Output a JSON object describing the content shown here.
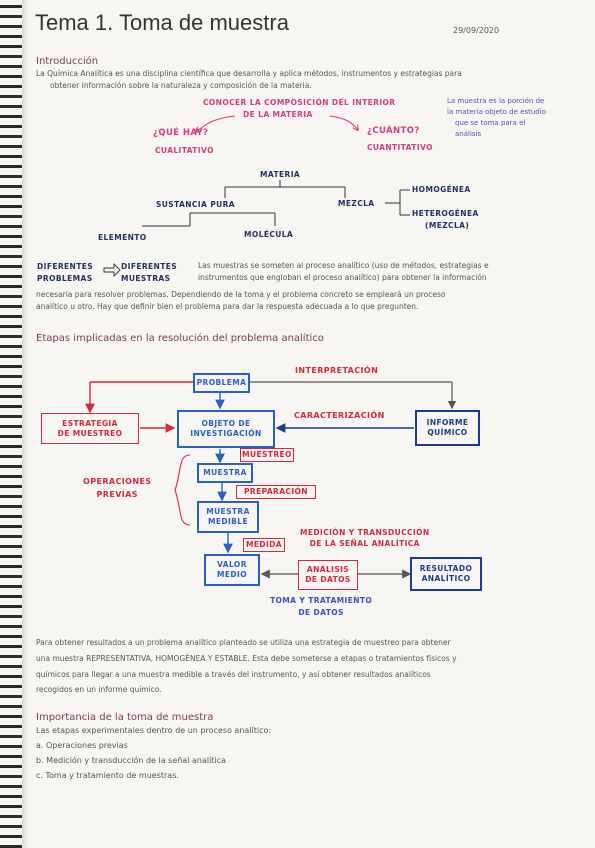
{
  "header": {
    "title": "Tema 1. Toma de muestra",
    "date": "29/09/2020"
  },
  "intro": {
    "heading": "Introducción",
    "line1": "La Química Analítica es una disciplina científica que desarrolla y aplica métodos, instrumentos y estrategias para",
    "line2": "obtener información sobre la naturaleza y composición de la materia."
  },
  "concept": {
    "top_line1": "CONOCER LA COMPOSICIÓN DEL INTERIOR",
    "top_line2": "DE LA MATERIA",
    "que_hay": "¿QUÉ HAY?",
    "cualitativo": "CUALITATIVO",
    "cuanto": "¿CUÁNTO?",
    "cuantitativo": "CUANTITATIVO",
    "note": [
      "La muestra es la porción de",
      "la materia objeto de estudio",
      "que se toma para el",
      "análisis"
    ]
  },
  "tree": {
    "materia": "MATERIA",
    "sustancia": "SUSTANCIA PURA",
    "mezcla": "MEZCLA",
    "homogenea": "HOMOGÉNEA",
    "heterogenea": "HETEROGÉNEA",
    "heterogenea_sub": "(MEZCLA)",
    "elemento": "ELEMENTO",
    "molecula": "MOLÉCULA"
  },
  "problems": {
    "left_line1": "DIFERENTES",
    "left_line2": "PROBLEMAS",
    "right_line1": "DIFERENTES",
    "right_line2": "MUESTRAS",
    "text1": "Las muestras se someten al proceso analítico (uso de métodos, estrategias e",
    "text2": "instrumentos que engloban el proceso analítico) para obtener la información",
    "text3": "necesaria para resolver problemas. Dependiendo de la toma y el problema concreto se empleará un proceso",
    "text4": "analítico u otro. Hay que definir bien el problema para dar la respuesta adecuada a lo que pregunten."
  },
  "etapas": {
    "heading": "Etapas implicadas en la resolución del problema analítico",
    "problema": "PROBLEMA",
    "interpretacion": "INTERPRETACIÓN",
    "estrategia": [
      "ESTRATEGIA",
      "DE MUESTREO"
    ],
    "objeto": [
      "OBJETO DE",
      "INVESTIGACIÓN"
    ],
    "caracterizacion": "CARACTERIZACIÓN",
    "informe": [
      "INFORME",
      "QUÍMICO"
    ],
    "muestreo": "MUESTREO",
    "operaciones": [
      "OPERACIONES",
      "PREVIAS"
    ],
    "muestra": "MUESTRA",
    "preparacion": "PREPARACIÓN",
    "muestra_medible": [
      "MUESTRA",
      "MEDIBLE"
    ],
    "medida": "MEDIDA",
    "medicion": [
      "MEDICIÓN Y TRANSDUCCIÓN",
      "DE LA SEÑAL ANALÍTICA"
    ],
    "valor_medio": [
      "VALOR",
      "MEDIO"
    ],
    "analisis": [
      "ANÁLISIS",
      "DE DATOS"
    ],
    "resultado": [
      "RESULTADO",
      "ANALÍTICO"
    ],
    "toma_tratamiento": [
      "TOMA Y TRATAMIENTO",
      "DE DATOS"
    ]
  },
  "summary": {
    "line1": "Para obtener resultados a un problema analítico planteado se utiliza una estrategia de muestreo para obtener",
    "line2": "una muestra REPRESENTATIVA, HOMOGÉNEA Y ESTABLE. Esta debe someterse a etapas o tratamientos físicos y",
    "line3": "químicos para llegar a una muestra medible a través del instrumento, y así obtener resultados analíticos",
    "line4": "recogidos en un informe químico."
  },
  "importancia": {
    "heading": "Importancia de la toma de muestra",
    "intro": "Las etapas experimentales dentro de un proceso analítico:",
    "items": [
      "a. Operaciones previas",
      "b. Medición y transducción de la señal analítica",
      "c. Toma y tratamiento de muestras."
    ]
  }
}
